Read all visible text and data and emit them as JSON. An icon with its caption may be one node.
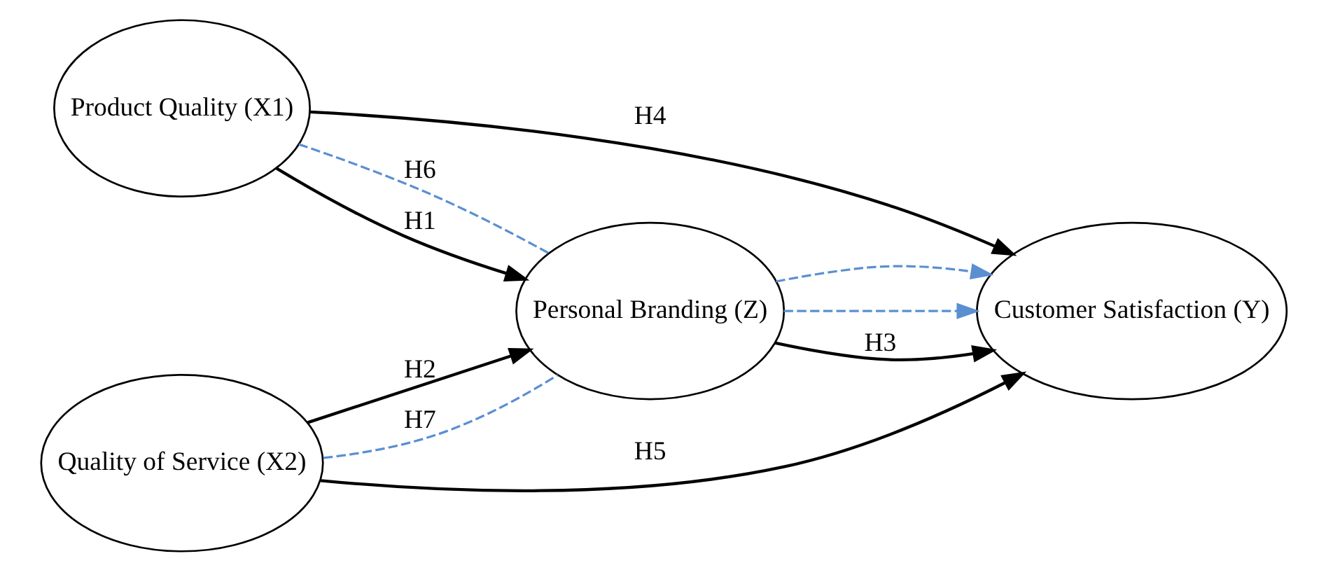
{
  "diagram": {
    "nodes": [
      {
        "text": [
          "Product Quality (X1)"
        ]
      },
      {
        "text": [
          "Quality of Service (X2)"
        ]
      },
      {
        "text": [
          "Personal Branding (Z)"
        ]
      },
      {
        "text": [
          "Customer Satisfaction (Y)"
        ]
      }
    ],
    "edges": [
      {
        "from": 0,
        "to": 3,
        "arrow": "to",
        "label": "H4"
      },
      {
        "from": 0,
        "to": 2,
        "arrow": "none",
        "label": "H6",
        "style": "dashed",
        "color": "#5b8fd1"
      },
      {
        "from": 0,
        "to": 2,
        "arrow": "to",
        "label": "H1"
      },
      {
        "from": 1,
        "to": 2,
        "arrow": "to",
        "label": "H2"
      },
      {
        "from": 1,
        "to": 2,
        "arrow": "none",
        "label": "H7",
        "style": "dashed",
        "color": "#5b8fd1"
      },
      {
        "from": 2,
        "to": 3,
        "arrow": "to",
        "style": "dashed",
        "color": "#5b8fd1"
      },
      {
        "from": 2,
        "to": 3,
        "arrow": "to",
        "label": "H3"
      },
      {
        "from": 2,
        "to": 3,
        "arrow": "to",
        "style": "dashed",
        "color": "#5b8fd1"
      },
      {
        "from": 1,
        "to": 3,
        "arrow": "to",
        "label": "H5"
      }
    ]
  }
}
